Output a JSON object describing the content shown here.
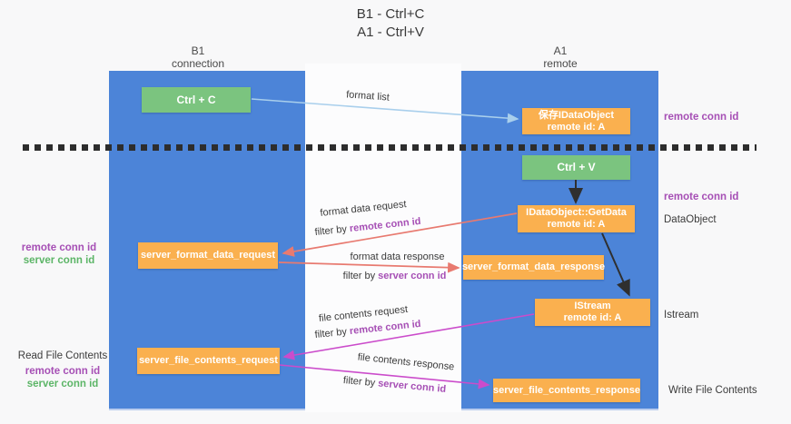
{
  "title": {
    "line1": "B1 - Ctrl+C",
    "line2": "A1 - Ctrl+V"
  },
  "lanes": {
    "left": {
      "title": "B1",
      "subtitle": "connection"
    },
    "right": {
      "title": "A1",
      "subtitle": "remote"
    }
  },
  "boxes": {
    "ctrl_c": {
      "label": "Ctrl + C"
    },
    "ctrl_v": {
      "label": "Ctrl + V"
    },
    "save_idataobject": {
      "line1": "保存IDataObject",
      "line2": "remote id: A"
    },
    "idataobject_getdata": {
      "line1": "IDataObject::GetData",
      "line2": "remote id: A"
    },
    "istream": {
      "line1": "IStream",
      "line2": "remote id: A"
    },
    "server_format_data_request": {
      "label": "server_format_data_request"
    },
    "server_format_data_response": {
      "label": "server_format_data_response"
    },
    "server_file_contents_request": {
      "label": "server_file_contents_request"
    },
    "server_file_contents_response": {
      "label": "server_file_contents_response"
    }
  },
  "arrow_labels": {
    "format_list": {
      "text": "format list"
    },
    "format_data_request": {
      "text": "format data request",
      "filter_prefix": "filter by ",
      "filter_value": "remote conn id"
    },
    "format_data_response": {
      "text": "format data response",
      "filter_prefix": "filter by ",
      "filter_value": "server conn id"
    },
    "file_contents_request": {
      "text": "file contents request",
      "filter_prefix": "filter by ",
      "filter_value": "remote conn id"
    },
    "file_contents_response": {
      "text": "file contents response",
      "filter_prefix": "filter by ",
      "filter_value": "server conn id"
    }
  },
  "side_labels": {
    "left_format": {
      "remote": "remote conn id",
      "server": "server conn id"
    },
    "left_file": {
      "title": "Read File Contents",
      "remote": "remote conn id",
      "server": "server conn id"
    },
    "right": {
      "remote_conn_top": "remote conn id",
      "remote_conn_mid": "remote conn id",
      "dataobject": "DataObject",
      "istream": "Istream",
      "write_file": "Write File Contents"
    }
  },
  "colors": {
    "lane_blue": "#4c84d8",
    "box_green": "#7bc47f",
    "box_orange": "#fab04f",
    "arrow_light_blue": "#a9cfec",
    "arrow_red": "#e87a70",
    "arrow_magenta": "#cb4ccb",
    "arrow_black": "#2f2f2f",
    "conn_id_purple": "#a64fb5",
    "conn_id_green": "#5cb567"
  }
}
